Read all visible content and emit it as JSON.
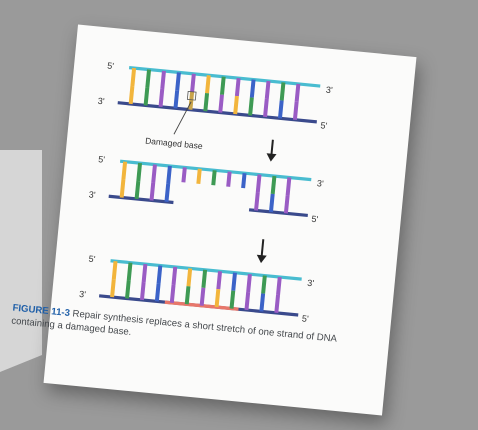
{
  "background": {
    "color": "#9a9a9a",
    "edge_card_color": "#d8d8d8"
  },
  "colors": {
    "top_strand": "#49bcd0",
    "bottom_strand": "#3a4a8c",
    "repair_strand": "#e8776a",
    "bases": [
      "#f2b53c",
      "#3e9a54",
      "#9a5cc4",
      "#3c63c8",
      "#9a5cc4",
      "#f2b53c",
      "#3e9a54",
      "#9a5cc4",
      "#3c63c8",
      "#9a5cc4",
      "#3e9a54",
      "#9a5cc4"
    ],
    "damaged_base": "#c9a44a",
    "figure_label": "#1f5fa8",
    "caption_text": "#44484c"
  },
  "diagram": {
    "steps": [
      {
        "label_5_left": "5'",
        "label_3_left": "3'",
        "label_3_right": "3'",
        "label_5_right": "5'",
        "damaged_base_label": "Damaged base",
        "damaged_index": 4
      },
      {
        "label_5_left": "5'",
        "label_3_left": "3'",
        "label_3_right": "3'",
        "label_5_right": "5'",
        "gap_indices": [
          4,
          5,
          6,
          7,
          8
        ]
      },
      {
        "label_5_left": "5'",
        "label_3_left": "3'",
        "label_3_right": "3'",
        "label_5_right": "5'",
        "repair_indices": [
          4,
          5,
          6,
          7,
          8
        ]
      }
    ],
    "arrows": [
      "down-arrow",
      "down-arrow"
    ]
  },
  "caption": {
    "figure_label": "FIGURE 11-3",
    "text": "Repair synthesis replaces a short stretch of one strand of DNA containing a damaged base."
  }
}
